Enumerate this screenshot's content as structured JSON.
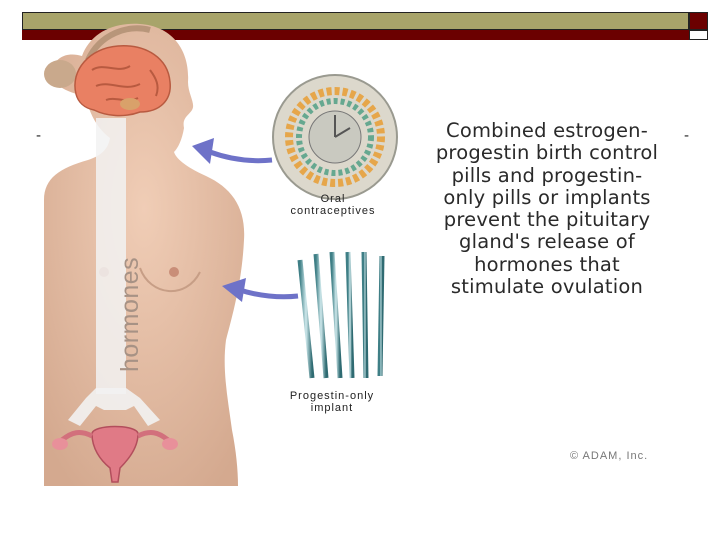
{
  "caption": {
    "lines": [
      "Combined estrogen-",
      "progestin birth control",
      "pills and progestin-",
      "only pills or implants",
      "prevent the pituitary",
      "gland's release of",
      "hormones that",
      "stimulate ovulation"
    ]
  },
  "labels": {
    "oral": [
      "Oral",
      "contraceptives"
    ],
    "implant": [
      "Progestin-only",
      "implant"
    ],
    "hormones": "hormones",
    "copyright": "© ADAM, Inc."
  },
  "bullets": {
    "left": "-",
    "right": "-"
  },
  "colors": {
    "header_olive": "#a8a46a",
    "header_red": "#6b0000",
    "skin": "#e4bda4",
    "arrow_blue": "#6e72c8",
    "brain": "#e07a5a"
  },
  "icons": [
    "brain-icon",
    "pill-pack-icon",
    "implant-rods-icon",
    "uterus-icon"
  ]
}
